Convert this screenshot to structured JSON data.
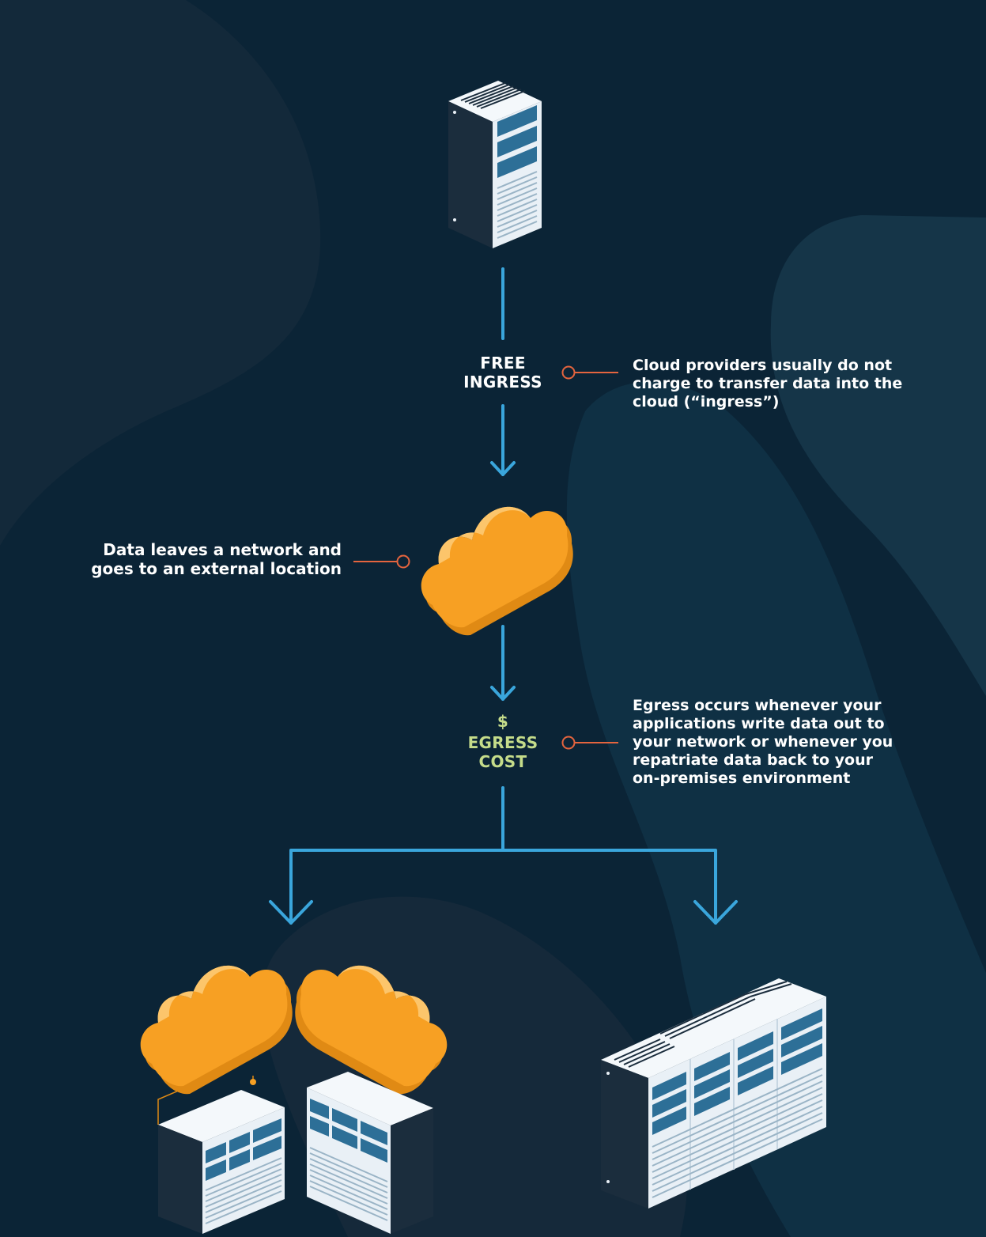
{
  "colors": {
    "background": "#0b2436",
    "arrow": "#3aa6dc",
    "connector": "#e4643e",
    "cloud": "#f7a023",
    "cloud_highlight": "#fcc56b",
    "rack_face": "#e9f0f6",
    "rack_side": "#1b2d3d",
    "egress_text": "#c5dc8a"
  },
  "flow": {
    "ingress": {
      "line1": "FREE",
      "line2": "INGRESS"
    },
    "egress": {
      "symbol": "$",
      "line1": "EGRESS",
      "line2": "COST"
    }
  },
  "notes": {
    "ingress": {
      "line1": "Cloud providers usually do not",
      "line2": "charge to transfer data into the",
      "line3": "cloud (“ingress”)"
    },
    "egress_definition": {
      "line1": "Data leaves a network and",
      "line2": "goes to an external location"
    },
    "egress_occurs": {
      "line1": "Egress occurs whenever your",
      "line2": "applications write data out to",
      "line3": "your network or whenever you",
      "line4": "repatriate data back to your",
      "line5": "on-premises environment"
    }
  },
  "icons": {
    "source": "server-rack-icon",
    "cloud": "cloud-icon",
    "multi_cloud": "hybrid-cloud-datacenter-icon",
    "on_premises": "on-premises-datacenter-icon"
  }
}
